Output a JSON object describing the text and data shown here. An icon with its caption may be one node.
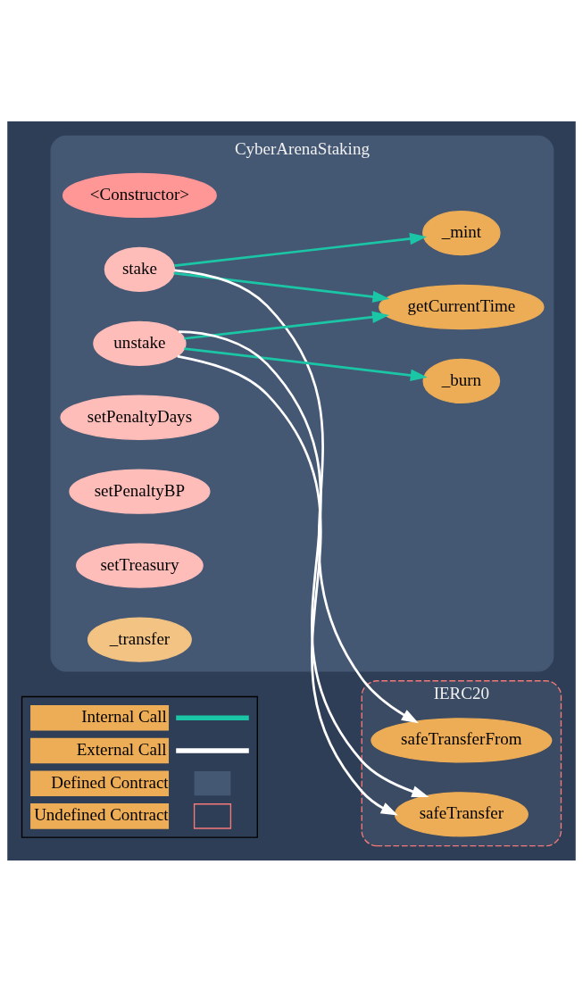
{
  "diagram": {
    "nodes": [
      {
        "text": [
          "CyberArenaStaking"
        ]
      },
      {
        "text": [
          "<Constructor>"
        ],
        "in": 0
      },
      {
        "text": [
          "stake"
        ],
        "in": 0
      },
      {
        "text": [
          "unstake"
        ],
        "in": 0
      },
      {
        "text": [
          "setPenaltyDays"
        ],
        "in": 0
      },
      {
        "text": [
          "setPenaltyBP"
        ],
        "in": 0
      },
      {
        "text": [
          "setTreasury"
        ],
        "in": 0
      },
      {
        "text": [
          "_transfer"
        ],
        "in": 0
      },
      {
        "text": [
          "_mint"
        ],
        "in": 0
      },
      {
        "text": [
          "getCurrentTime"
        ],
        "in": 0
      },
      {
        "text": [
          "_burn"
        ],
        "in": 0
      },
      {
        "text": [
          "IERC20"
        ]
      },
      {
        "text": [
          "safeTransferFrom"
        ],
        "in": 11
      },
      {
        "text": [
          "safeTransfer"
        ],
        "in": 11
      }
    ],
    "edges": [
      {
        "from": 2,
        "to": 8,
        "arrow": "to"
      },
      {
        "from": 2,
        "to": 9,
        "arrow": "to"
      },
      {
        "from": 2,
        "to": 12,
        "arrow": "to",
        "color": "#ffffff"
      },
      {
        "from": 3,
        "to": 9,
        "arrow": "to"
      },
      {
        "from": 3,
        "to": 10,
        "arrow": "to"
      },
      {
        "from": 3,
        "to": 13,
        "arrow": "to",
        "color": "#ffffff"
      },
      {
        "from": 3,
        "to": 13,
        "arrow": "to",
        "color": "#ffffff"
      }
    ],
    "legend": [
      {
        "text": "Internal Call"
      },
      {
        "text": "External Call"
      },
      {
        "text": "Defined Contract",
        "color": "#445773"
      },
      {
        "text": "Undefined Contract"
      }
    ]
  }
}
